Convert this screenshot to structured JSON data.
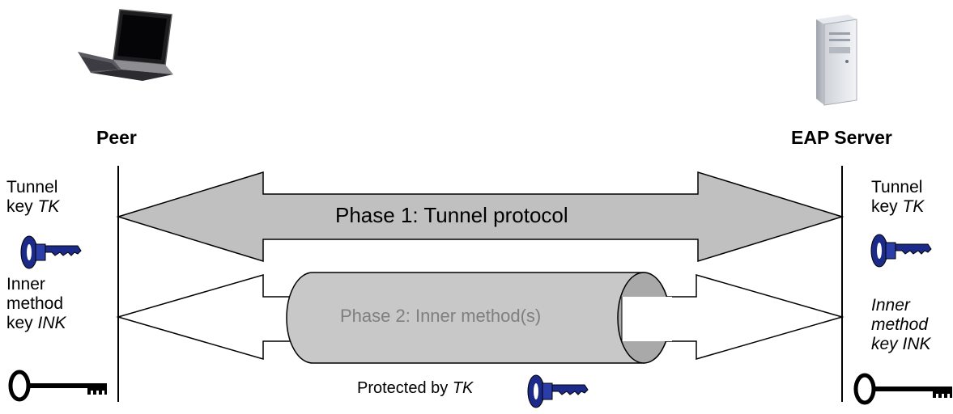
{
  "peer": {
    "title": "Peer",
    "tunnel_key_line1": "Tunnel",
    "tunnel_key_line2_prefix": "key ",
    "tunnel_key_line2_italic": "TK",
    "inner_key_line1": "Inner",
    "inner_key_line2": "method",
    "inner_key_line3_prefix": "key ",
    "inner_key_line3_italic": "INK"
  },
  "server": {
    "title": "EAP Server",
    "tunnel_key_line1": "Tunnel",
    "tunnel_key_line2_prefix": "key ",
    "tunnel_key_line2_italic": "TK",
    "inner_key_line1": "Inner",
    "inner_key_line2": "method",
    "inner_key_line3": "key INK"
  },
  "phase1": {
    "label": "Phase 1: Tunnel protocol"
  },
  "phase2": {
    "label": "Phase 2: Inner method(s)"
  },
  "protected": {
    "prefix": "Protected by ",
    "italic": "TK"
  },
  "icons": [
    "laptop-icon",
    "server-tower-icon",
    "tunnel-key-icon",
    "inner-method-key-icon"
  ],
  "colors": {
    "phase1_fill": "#c0c0c0",
    "tunnel_fill": "#c8c8c8",
    "key_blue": "#1c2b8a",
    "line": "#000000"
  }
}
